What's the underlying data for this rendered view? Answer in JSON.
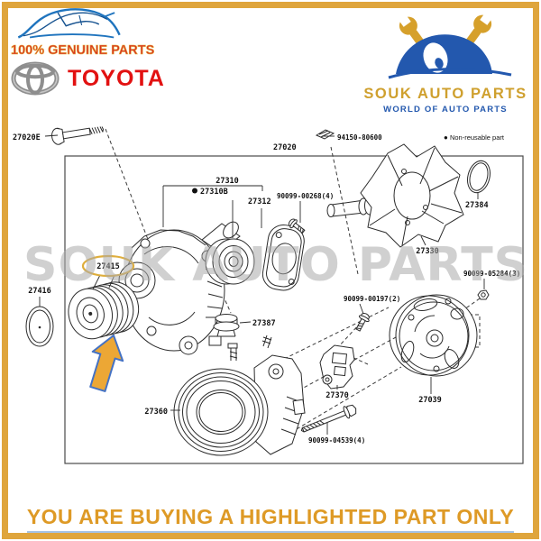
{
  "header": {
    "genuine_text": "100% GENUINE PARTS",
    "brand_name": "TOYOTA",
    "store": {
      "name": "SOUK AUTO PARTS",
      "tagline": "WORLD OF AUTO PARTS"
    }
  },
  "legend": {
    "bullet": "●",
    "non_reusable_label": "Non-reusable part"
  },
  "watermark_text": "SOUK AUTO PARTS",
  "diagram": {
    "highlighted_part": "27415",
    "labels": {
      "p27020e": "27020E",
      "p27020": "27020",
      "p94150": "94150-80600",
      "p27310": "27310",
      "p27310b": "27310B",
      "p27312": "27312",
      "p90099_00268": "90099-00268(4)",
      "p27384": "27384",
      "p27330": "27330",
      "p90099_05284": "90099-05284(3)",
      "p27415": "27415",
      "p27416": "27416",
      "p27387": "27387",
      "p90099_00197": "90099-00197(2)",
      "p27370": "27370",
      "p27039": "27039",
      "p27360": "27360",
      "p90099_04539": "90099-04539(4)"
    }
  },
  "footer": {
    "message": "YOU ARE BUYING A HIGHLIGHTED PART ONLY"
  },
  "colors": {
    "frame_gold": "#DFA53C",
    "highlight_ellipse_gold": "#DFAE3C",
    "arrow_fill": "#ECA735",
    "arrow_outline": "#4472C4",
    "toyota_red": "#E21111",
    "genuine_red": "#D93025",
    "store_gold": "#CFA02E",
    "store_blue": "#2358AE",
    "footer_orange": "#DE9A26",
    "footer_underline_blue": "#A4C2E4"
  }
}
